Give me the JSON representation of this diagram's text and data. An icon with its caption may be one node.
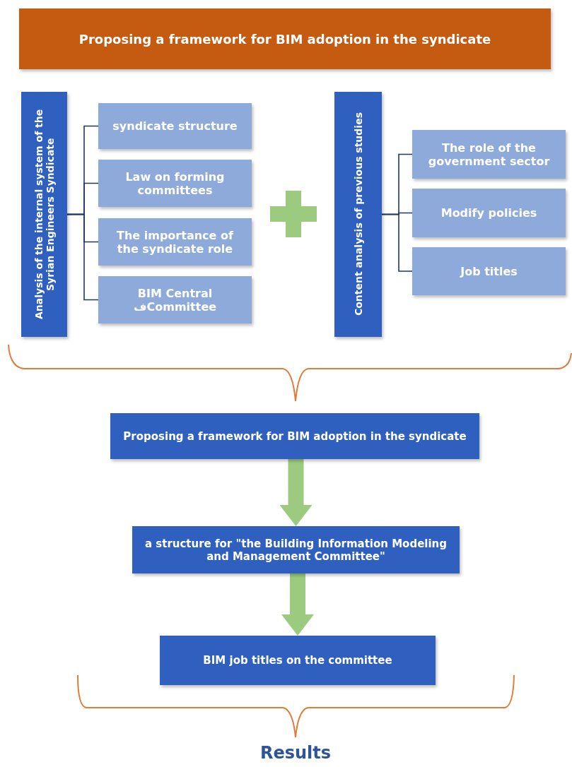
{
  "diagram": {
    "nodes": [
      {
        "text": [
          "Proposing a framework for BIM adoption in the syndicate"
        ]
      },
      {
        "text": [
          "Analysis of the internal system of the Syrian Engineers Syndicate"
        ]
      },
      {
        "text": [
          "syndicate structure"
        ]
      },
      {
        "text": [
          "Law on forming committees"
        ]
      },
      {
        "text": [
          "The importance of the syndicate role"
        ]
      },
      {
        "text": [
          "BIM Central فCommittee"
        ]
      },
      {
        "text": [
          "Content analysis of previous studies"
        ]
      },
      {
        "text": [
          "The role of the government sector"
        ]
      },
      {
        "text": [
          "Modify policies"
        ]
      },
      {
        "text": [
          "Job titles"
        ]
      },
      {
        "text": [
          "Proposing a framework for BIM adoption in the syndicate"
        ]
      },
      {
        "text": [
          "a structure for \"the Building Information Modeling and Management Committee\""
        ]
      },
      {
        "text": [
          "BIM job titles on the committee"
        ]
      }
    ],
    "edges": [
      {
        "from": 1,
        "to": 2,
        "arrow": "none"
      },
      {
        "from": 1,
        "to": 3,
        "arrow": "none"
      },
      {
        "from": 1,
        "to": 4,
        "arrow": "none"
      },
      {
        "from": 1,
        "to": 5,
        "arrow": "none"
      },
      {
        "from": 6,
        "to": 7,
        "arrow": "none"
      },
      {
        "from": 6,
        "to": 8,
        "arrow": "none"
      },
      {
        "from": 6,
        "to": 9,
        "arrow": "none"
      },
      {
        "from": 10,
        "to": 11,
        "arrow": "to",
        "style": "thick",
        "color": "#9ccb7f"
      },
      {
        "from": 11,
        "to": 12,
        "arrow": "to",
        "style": "thick",
        "color": "#9ccb7f"
      }
    ],
    "labels": [
      "Results"
    ]
  }
}
